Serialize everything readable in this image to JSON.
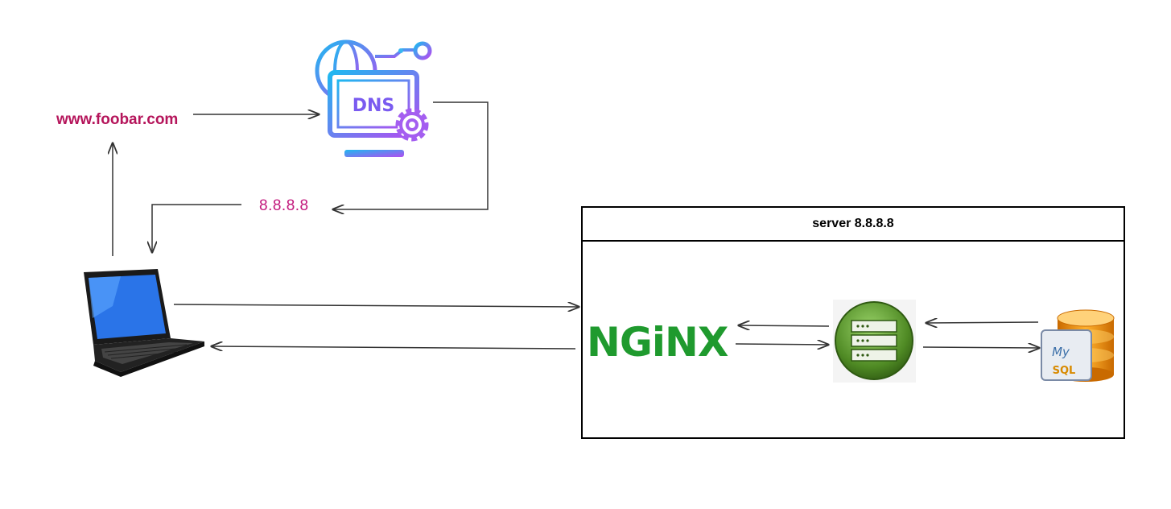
{
  "client": {
    "domain": "www.foobar.com",
    "device": "laptop-icon"
  },
  "dns": {
    "label": "DNS",
    "resolved_ip": "8.8.8.8",
    "icon": "dns-server-icon"
  },
  "server": {
    "title": "server 8.8.8.8",
    "web_server": {
      "label": "NGiNX",
      "color": "#1f9a2e"
    },
    "app_server": {
      "icon": "application-server-icon",
      "color": "#4f8a24"
    },
    "database": {
      "label_top": "My",
      "label_bottom": "SQL",
      "icon": "mysql-database-icon"
    }
  },
  "colors": {
    "domain": "#b5155b",
    "ip": "#c2187c",
    "dns_gradient_start": "#1fb8f0",
    "dns_gradient_end": "#b14df0",
    "arrow": "#333333"
  }
}
